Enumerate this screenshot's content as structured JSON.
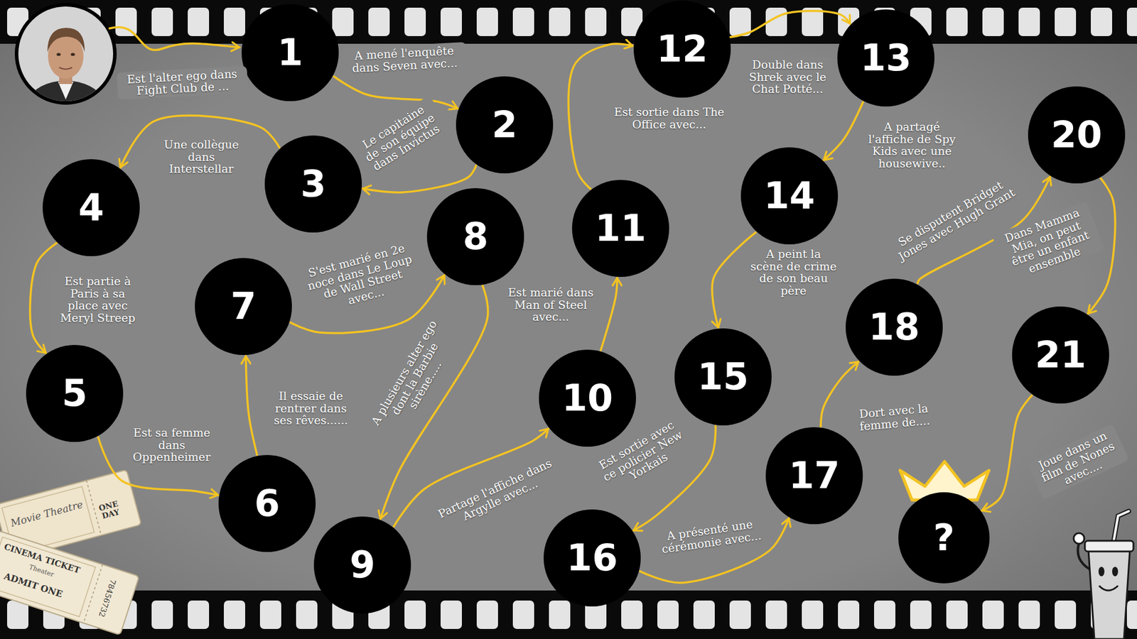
{
  "diagram": {
    "nodes": [
      {
        "text": [
          "1"
        ]
      },
      {
        "text": [
          "2"
        ]
      },
      {
        "text": [
          "3"
        ]
      },
      {
        "text": [
          "4"
        ]
      },
      {
        "text": [
          "5"
        ]
      },
      {
        "text": [
          "6"
        ]
      },
      {
        "text": [
          "7"
        ]
      },
      {
        "text": [
          "8"
        ]
      },
      {
        "text": [
          "9"
        ]
      },
      {
        "text": [
          "10"
        ]
      },
      {
        "text": [
          "11"
        ]
      },
      {
        "text": [
          "12"
        ]
      },
      {
        "text": [
          "13"
        ]
      },
      {
        "text": [
          "14"
        ]
      },
      {
        "text": [
          "15"
        ]
      },
      {
        "text": [
          "16"
        ]
      },
      {
        "text": [
          "17"
        ]
      },
      {
        "text": [
          "18"
        ]
      },
      {
        "text": [
          "20"
        ]
      },
      {
        "text": [
          "21"
        ]
      },
      {
        "text": [
          "?"
        ]
      }
    ],
    "edges": [
      {
        "from": 0,
        "to": 1,
        "arrow": "to",
        "label": "A mené l'enquête dans Seven avec..."
      },
      {
        "from": 1,
        "to": 2,
        "arrow": "to",
        "label": "Le capitaine de son équipe dans Invictus"
      },
      {
        "from": 2,
        "to": 3,
        "arrow": "to",
        "label": "Une collègue dans Interstellar"
      },
      {
        "from": 3,
        "to": 4,
        "arrow": "to",
        "label": "Est partie à Paris à sa place avec Meryl Streep"
      },
      {
        "from": 4,
        "to": 5,
        "arrow": "to",
        "label": "Est sa femme dans Oppenheimer"
      },
      {
        "from": 5,
        "to": 6,
        "arrow": "to",
        "label": "Il essaie de rentrer dans ses rêves......"
      },
      {
        "from": 6,
        "to": 7,
        "arrow": "to",
        "label": "S'est marié en 2e noce dans Le Loup de Wall Street avec..."
      },
      {
        "from": 7,
        "to": 8,
        "arrow": "to",
        "label": "A plusieurs alter ego dont la Barbie sirène....."
      },
      {
        "from": 8,
        "to": 9,
        "arrow": "to",
        "label": "Partage l'affiche dans Argylle avec..."
      },
      {
        "from": 9,
        "to": 10,
        "arrow": "to",
        "label": "Est marié dans Man of Steel avec..."
      },
      {
        "from": 10,
        "to": 11,
        "arrow": "to",
        "label": "Est sortie dans The Office avec..."
      },
      {
        "from": 11,
        "to": 12,
        "arrow": "to",
        "label": "Double dans Shrek avec le Chat Potté..."
      },
      {
        "from": 12,
        "to": 13,
        "arrow": "to",
        "label": "A partagé l'affiche de Spy Kids avec une housewive.."
      },
      {
        "from": 13,
        "to": 14,
        "arrow": "to",
        "label": "A peint la scène de crime de son beau père"
      },
      {
        "from": 14,
        "to": 15,
        "arrow": "to",
        "label": "Est sortie avec ce policier New Yorkais"
      },
      {
        "from": 15,
        "to": 16,
        "arrow": "to",
        "label": "A présenté une cérémonie avec..."
      },
      {
        "from": 16,
        "to": 17,
        "arrow": "to",
        "label": "Dort avec la femme de...."
      },
      {
        "from": 17,
        "to": 18,
        "arrow": "to",
        "label": "Se disputent Bridget Jones avec Hugh Grant"
      },
      {
        "from": 18,
        "to": 19,
        "arrow": "to",
        "label": "Dans Mamma Mia, on peut être un enfant ensemble"
      },
      {
        "from": 19,
        "to": 20,
        "arrow": "to",
        "label": "Joue dans un film de Nones avec...."
      }
    ],
    "labels": [
      "Est l'alter ego dans Fight Club de ...",
      "Movie Theatre",
      "ONE DAY",
      "CINEMA TICKET",
      "Theater",
      "ADMIT ONE",
      "78456732"
    ]
  }
}
